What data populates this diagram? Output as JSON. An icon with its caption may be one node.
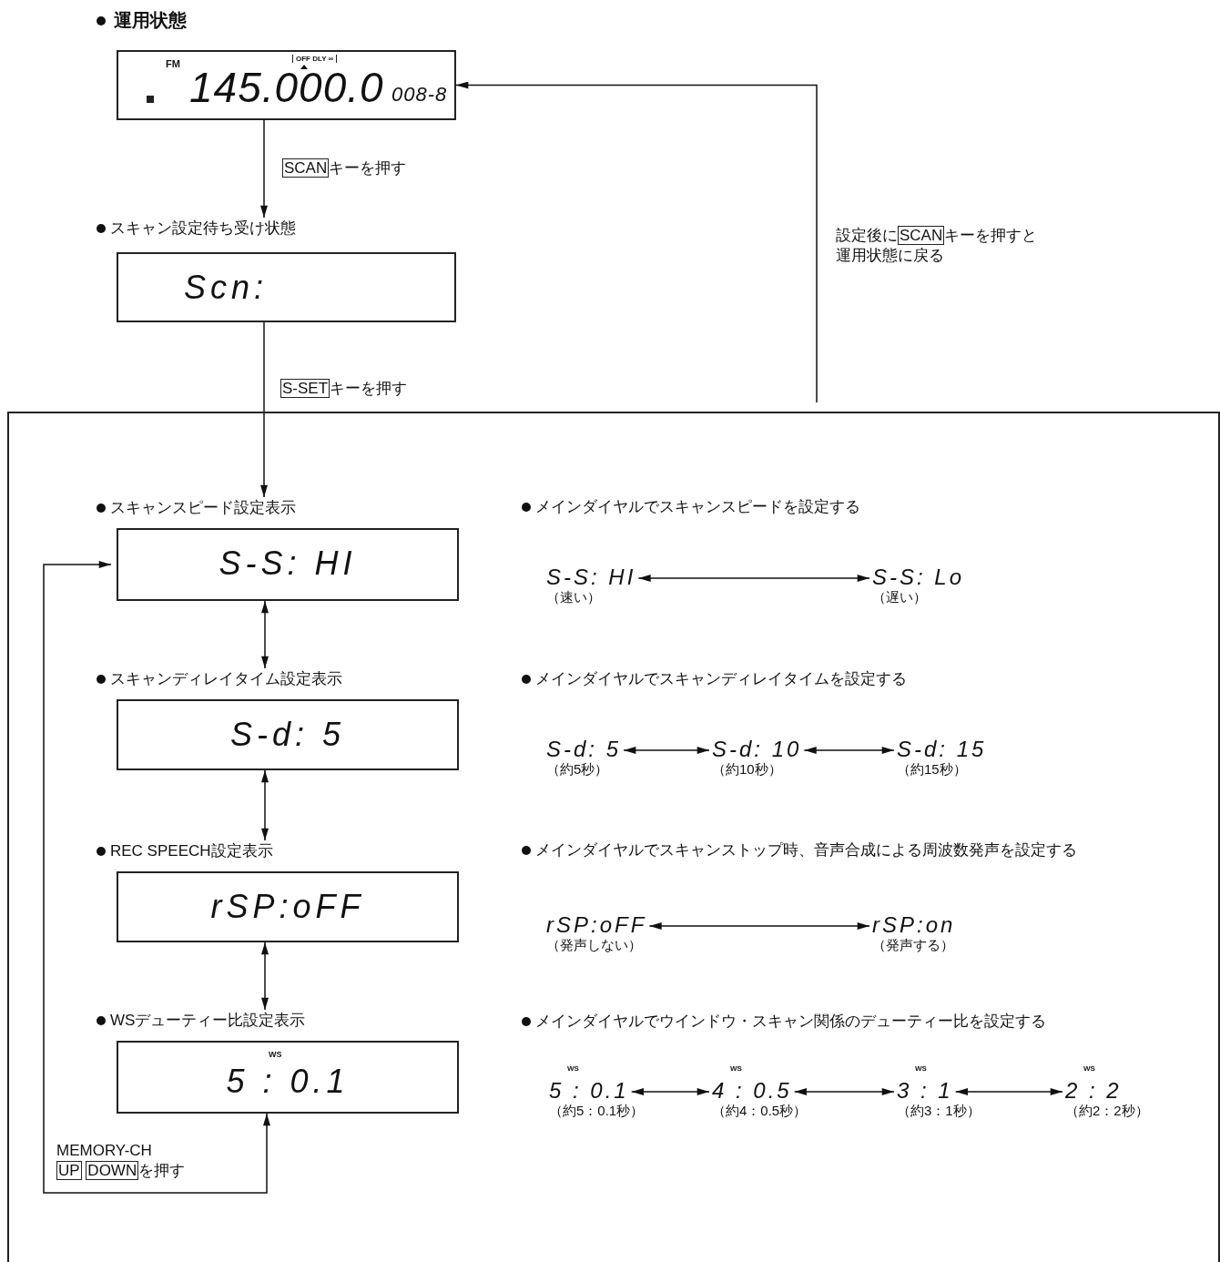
{
  "diagram": {
    "nodes": [
      {
        "text": [
          "運用状態",
          "FM",
          "OFF DLY ∞",
          "145.000.0",
          "008-8"
        ]
      },
      {
        "text": [
          "スキャン設定待ち受け状態",
          "Scn:"
        ]
      },
      {
        "text": [],
        "shape": "box"
      },
      {
        "text": [
          "スキャンスピード設定表示",
          "S-S: HI"
        ],
        "in": 2
      },
      {
        "text": [
          "スキャンディレイタイム設定表示",
          "S-d: 5"
        ],
        "in": 2
      },
      {
        "text": [
          "REC SPEECH設定表示",
          "rSP:oFF"
        ],
        "in": 2
      },
      {
        "text": [
          "WSデューティー比設定表示",
          "WS",
          "5 : 0.1"
        ],
        "in": 2
      },
      {
        "text": [
          "S-S: HI"
        ],
        "beside": [
          "（速い）"
        ],
        "in": 2
      },
      {
        "text": [
          "S-S: Lo"
        ],
        "beside": [
          "（遅い）"
        ],
        "in": 2
      },
      {
        "text": [
          "S-d: 5"
        ],
        "beside": [
          "（約5秒）"
        ],
        "in": 2
      },
      {
        "text": [
          "S-d: 10"
        ],
        "beside": [
          "（約10秒）"
        ],
        "in": 2
      },
      {
        "text": [
          "S-d: 15"
        ],
        "beside": [
          "（約15秒）"
        ],
        "in": 2
      },
      {
        "text": [
          "rSP:oFF"
        ],
        "beside": [
          "（発声しない）"
        ],
        "in": 2
      },
      {
        "text": [
          "rSP:on"
        ],
        "beside": [
          "（発声する）"
        ],
        "in": 2
      },
      {
        "text": [
          "WS",
          "5 : 0.1"
        ],
        "beside": [
          "（約5：0.1秒）"
        ],
        "in": 2
      },
      {
        "text": [
          "WS",
          "4 : 0.5"
        ],
        "beside": [
          "（約4：0.5秒）"
        ],
        "in": 2
      },
      {
        "text": [
          "WS",
          "3 : 1"
        ],
        "beside": [
          "（約3：1秒）"
        ],
        "in": 2
      },
      {
        "text": [
          "WS",
          "2 : 2"
        ],
        "beside": [
          "（約2：2秒）"
        ],
        "in": 2
      }
    ],
    "edges": [
      {
        "from": 0,
        "to": 1,
        "arrow": "to",
        "label": "SCANキーを押す"
      },
      {
        "from": 1,
        "to": 3,
        "arrow": "to",
        "label": "S-SETキーを押す"
      },
      {
        "from": 2,
        "to": 0,
        "arrow": "to",
        "label": "設定後にSCANキーを押すと運用状態に戻る"
      },
      {
        "from": 3,
        "to": 4,
        "arrow": "both"
      },
      {
        "from": 4,
        "to": 5,
        "arrow": "both"
      },
      {
        "from": 5,
        "to": 6,
        "arrow": "both"
      },
      {
        "from": 6,
        "to": 3,
        "arrow": "both",
        "label": "MEMORY-CH UP DOWNを押す"
      },
      {
        "from": 7,
        "to": 8,
        "arrow": "both"
      },
      {
        "from": 9,
        "to": 10,
        "arrow": "both"
      },
      {
        "from": 10,
        "to": 11,
        "arrow": "both"
      },
      {
        "from": 12,
        "to": 13,
        "arrow": "both"
      },
      {
        "from": 14,
        "to": 15,
        "arrow": "both"
      },
      {
        "from": 15,
        "to": 16,
        "arrow": "both"
      },
      {
        "from": 16,
        "to": 17,
        "arrow": "both"
      }
    ],
    "labels": [
      "メインダイヤルでスキャンスピードを設定する",
      "メインダイヤルでスキャンディレイタイムを設定する",
      "メインダイヤルでスキャンストップ時、音声合成による周波数発声を設定する",
      "メインダイヤルでウインドウ・スキャン関係のデューティー比を設定する"
    ]
  }
}
